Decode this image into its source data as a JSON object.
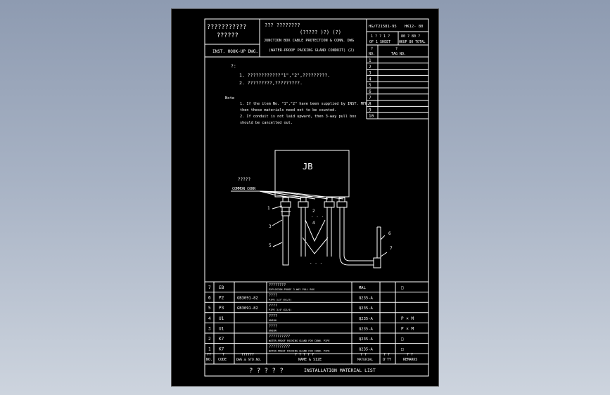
{
  "header": {
    "dept_lines": [
      "???????????",
      "??????"
    ],
    "dept_name": "INST. HOOK-UP DWG.",
    "title_cn_1": "??? ????????",
    "title_cn_2": "(?????  )?)  (?)",
    "title_en_1": "JUNCTION BOX CABLE PROTECTION & CONN. DWG",
    "title_en_2": "(WATER-PROOF PACKING GLAND CONDUIT) (2)",
    "doc_no": "HG/T21581-95",
    "drawing_no": "HK12- 80",
    "sheet_top": "1  ?  ?   1  ?",
    "sheet_bottom": "OF 1  SHEET",
    "total_top": "80  ?  80  ?",
    "total_bottom": "HKUP 80  TOTAL"
  },
  "notes": {
    "cn_label": "?:",
    "cn_items": [
      "1.  ????????????\"1\",\"2\",?????????.",
      "2.  ?????????,?????????."
    ],
    "en_label": "Note",
    "en_items": [
      "1. If the item No. \"1\",\"2\" have been supplied by INST. MFR,",
      "   then these materials need not to be counted.",
      "2. If conduit is not laid upward, then 3-way pull box",
      "   should be cancelled out."
    ]
  },
  "rev_table": {
    "headers": [
      "?",
      "?",
      "NO.",
      "TAG  NO."
    ],
    "rows": [
      "1",
      "2",
      "3",
      "4",
      "5",
      "6",
      "7",
      "8",
      "9",
      "10"
    ]
  },
  "drawing": {
    "jb_label": "JB",
    "cable_label_cn": "?????",
    "cable_label_en": "COMMON CONN",
    "callouts": [
      "1",
      "2",
      "3",
      "4",
      "5",
      "6",
      "7"
    ],
    "dots": ". . ."
  },
  "materials": {
    "rows": [
      {
        "no": "7",
        "code": "EB",
        "std": "",
        "name_cn": "????????",
        "name_en": "EXPLOSION-PROOF 3-WAY PULL BOX",
        "material": "MAL",
        "qty": "",
        "remarks": "□"
      },
      {
        "no": "6",
        "code": "P2",
        "std": "GB3091-82",
        "name_cn": "????",
        "name_en": "PIPE  1/2\"(G1/2)",
        "material": "Q235-A",
        "qty": "",
        "remarks": ""
      },
      {
        "no": "5",
        "code": "P3",
        "std": "GB3091-82",
        "name_cn": "????",
        "name_en": "PIPE  3/4\"(G3/4)",
        "material": "Q235-A",
        "qty": "",
        "remarks": ""
      },
      {
        "no": "4",
        "code": "U1",
        "std": "",
        "name_cn": "????",
        "name_en": "UNION",
        "material": "Q235-A",
        "qty": "",
        "remarks": "P × M"
      },
      {
        "no": "3",
        "code": "U1",
        "std": "",
        "name_cn": "????",
        "name_en": "UNION",
        "material": "Q235-A",
        "qty": "",
        "remarks": "P × M"
      },
      {
        "no": "2",
        "code": "K7",
        "std": "",
        "name_cn": "??????????",
        "name_en": "WATER-PROOF PACKING GLAND FOR CONN. PIPE",
        "material": "Q235-A",
        "qty": "",
        "remarks": "□"
      },
      {
        "no": "1",
        "code": "K7",
        "std": "",
        "name_cn": "??????????",
        "name_en": "WATER-PROOF PACKING GLAND FOR CONN. PIPE",
        "material": "Q235-A",
        "qty": "",
        "remarks": "□"
      }
    ],
    "headers": {
      "no_cn": "??",
      "no_en": "NO.",
      "code_cn": "?",
      "code_en": "CODE",
      "std_cn": "??????",
      "std_en": "DWG.& STD.NO.",
      "name_cn": "?  ?  ?  ?  ?",
      "name_en": "NAME & SIZE",
      "material_cn": "?  ?",
      "material_en": "MATERIAL",
      "qty_cn": "?  ?",
      "qty_en": "Q'TY",
      "remarks_cn": "?  ?",
      "remarks_en": "REMARKS"
    },
    "title_cn": "?  ?  ?  ?  ?",
    "title_en": "INSTALLATION  MATERIAL  LIST"
  }
}
